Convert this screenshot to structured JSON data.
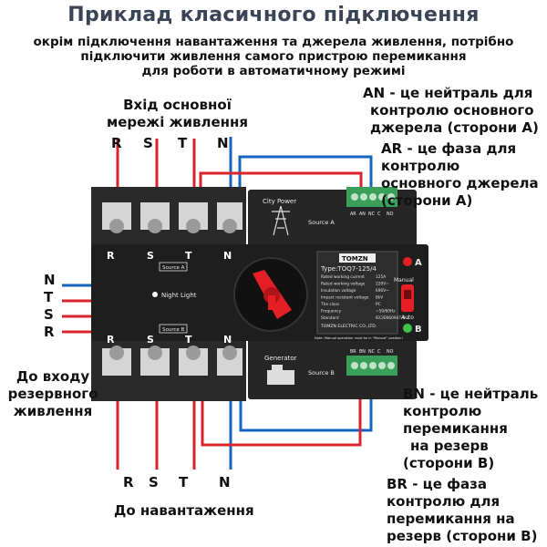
{
  "title": "Приклад класичного підключення",
  "subtitle": {
    "line1": "окрім підключення навантаження та джерела живлення, потрібно",
    "line2": "підключити живлення самого пристрою перемикання",
    "line3": "для роботи в автоматичному режимі"
  },
  "main_input_label": {
    "line1": "Вхід основної",
    "line2": "мережі живлення"
  },
  "main_phases": [
    "R",
    "S",
    "T",
    "N"
  ],
  "left_phases": [
    "N",
    "T",
    "S",
    "R"
  ],
  "backup_input_label": {
    "line1": "До входу",
    "line2": "резервного",
    "line3": "живлення"
  },
  "load_phases": [
    "R",
    "S",
    "T",
    "N"
  ],
  "load_label": "До навантаження",
  "an_note": {
    "line1": "AN - це нейтраль для",
    "line2": "контролю основного",
    "line3": "джерела (сторони А)"
  },
  "ar_note": {
    "line1": "AR - це фаза для",
    "line2": "контролю",
    "line3": "основного джерела",
    "line4": "(сторони А)"
  },
  "bn_note": {
    "line1": "BN - це нейтраль",
    "line2": "контролю",
    "line3": "перемикання",
    "line4": "на резерв",
    "line5": "(сторони В)"
  },
  "br_note": {
    "line1": "BR - це фаза",
    "line2": "контролю для",
    "line3": "перемикання на",
    "line4": "резерв (сторони В)"
  },
  "device": {
    "city_power": "City Power",
    "source_a": "Source A",
    "source_a_tag": "Source A",
    "source_b": "Source B",
    "source_b_tag": "Source B",
    "generator": "Generator",
    "night_light": "Night Light",
    "brand": "TOMZN",
    "type_label": "Type:TOQ7-125/4",
    "spec_rows": [
      [
        "Rated working current",
        "125A"
      ],
      [
        "Rated working voltage",
        "220V~"
      ],
      [
        "Insulation voltage",
        "690V~"
      ],
      [
        "Impact resistant voltage",
        "8kV"
      ],
      [
        "The class",
        "PC"
      ],
      [
        "Frequency",
        "~50/60Hz"
      ],
      [
        "Standard",
        "IEC/EN60947-6-1"
      ]
    ],
    "maker": "TOMZN ELECTRIC CO.,LTD.",
    "note": "Note: Manual operation must be in \"Manual\" position!",
    "indicator_a": "A",
    "indicator_b": "B",
    "manual": "Manual",
    "auto": "Auto",
    "top_terminal_labels": [
      "AR",
      "AN",
      "NC",
      "C",
      "NO"
    ],
    "bottom_terminal_labels": [
      "BR",
      "BN",
      "NC",
      "C",
      "NO"
    ],
    "top_letters": [
      "R",
      "S",
      "T",
      "N"
    ],
    "bottom_letters": [
      "R",
      "S",
      "T",
      "N"
    ]
  },
  "colors": {
    "phase_wire": "#d9232d",
    "neutral_wire": "#1565c0",
    "device_body": "#262626",
    "knob": "#e31e24",
    "terminal_block": "#3a9f5a"
  }
}
